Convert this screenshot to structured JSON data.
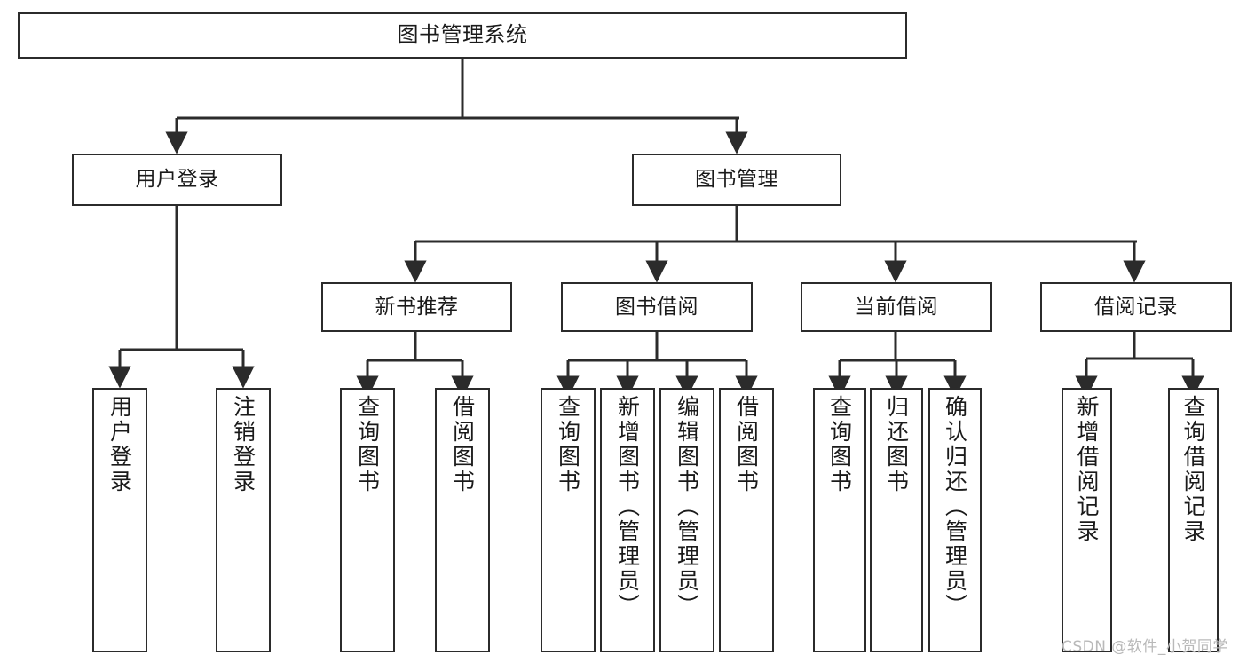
{
  "diagram": {
    "title": "图书管理系统",
    "type": "tree-hierarchy",
    "root": {
      "id": "root",
      "label": "图书管理系统"
    },
    "level2": [
      {
        "id": "user-login",
        "label": "用户登录"
      },
      {
        "id": "book-manage",
        "label": "图书管理"
      }
    ],
    "level3": [
      {
        "id": "new-book-recommend",
        "label": "新书推荐",
        "parent": "book-manage"
      },
      {
        "id": "book-borrow",
        "label": "图书借阅",
        "parent": "book-manage"
      },
      {
        "id": "current-borrow",
        "label": "当前借阅",
        "parent": "book-manage"
      },
      {
        "id": "borrow-record",
        "label": "借阅记录",
        "parent": "book-manage"
      }
    ],
    "leaves": [
      {
        "id": "leaf-user-login",
        "label": "用户登录",
        "parent": "user-login"
      },
      {
        "id": "leaf-logout-login",
        "label": "注销登录",
        "parent": "user-login"
      },
      {
        "id": "leaf-query-book-1",
        "label": "查询图书",
        "parent": "new-book-recommend"
      },
      {
        "id": "leaf-borrow-book-1",
        "label": "借阅图书",
        "parent": "new-book-recommend"
      },
      {
        "id": "leaf-query-book-2",
        "label": "查询图书",
        "parent": "book-borrow"
      },
      {
        "id": "leaf-add-book",
        "label": "新增图书（管理员）",
        "parent": "book-borrow"
      },
      {
        "id": "leaf-edit-book",
        "label": "编辑图书（管理员）",
        "parent": "book-borrow"
      },
      {
        "id": "leaf-borrow-book-2",
        "label": "借阅图书",
        "parent": "book-borrow"
      },
      {
        "id": "leaf-query-book-3",
        "label": "查询图书",
        "parent": "current-borrow"
      },
      {
        "id": "leaf-return-book",
        "label": "归还图书",
        "parent": "current-borrow"
      },
      {
        "id": "leaf-confirm-return",
        "label": "确认归还（管理员）",
        "parent": "current-borrow"
      },
      {
        "id": "leaf-add-record",
        "label": "新增借阅记录",
        "parent": "borrow-record"
      },
      {
        "id": "leaf-query-record",
        "label": "查询借阅记录",
        "parent": "borrow-record"
      }
    ]
  },
  "watermark": {
    "text": "CSDN @软件_小贺同学",
    "color": "#b9b9b9"
  },
  "colors": {
    "box_border": "#2b2b2b",
    "box_fill": "#ffffff",
    "edge": "#2b2b2b",
    "text": "#1a1a1a",
    "background": "#ffffff"
  }
}
